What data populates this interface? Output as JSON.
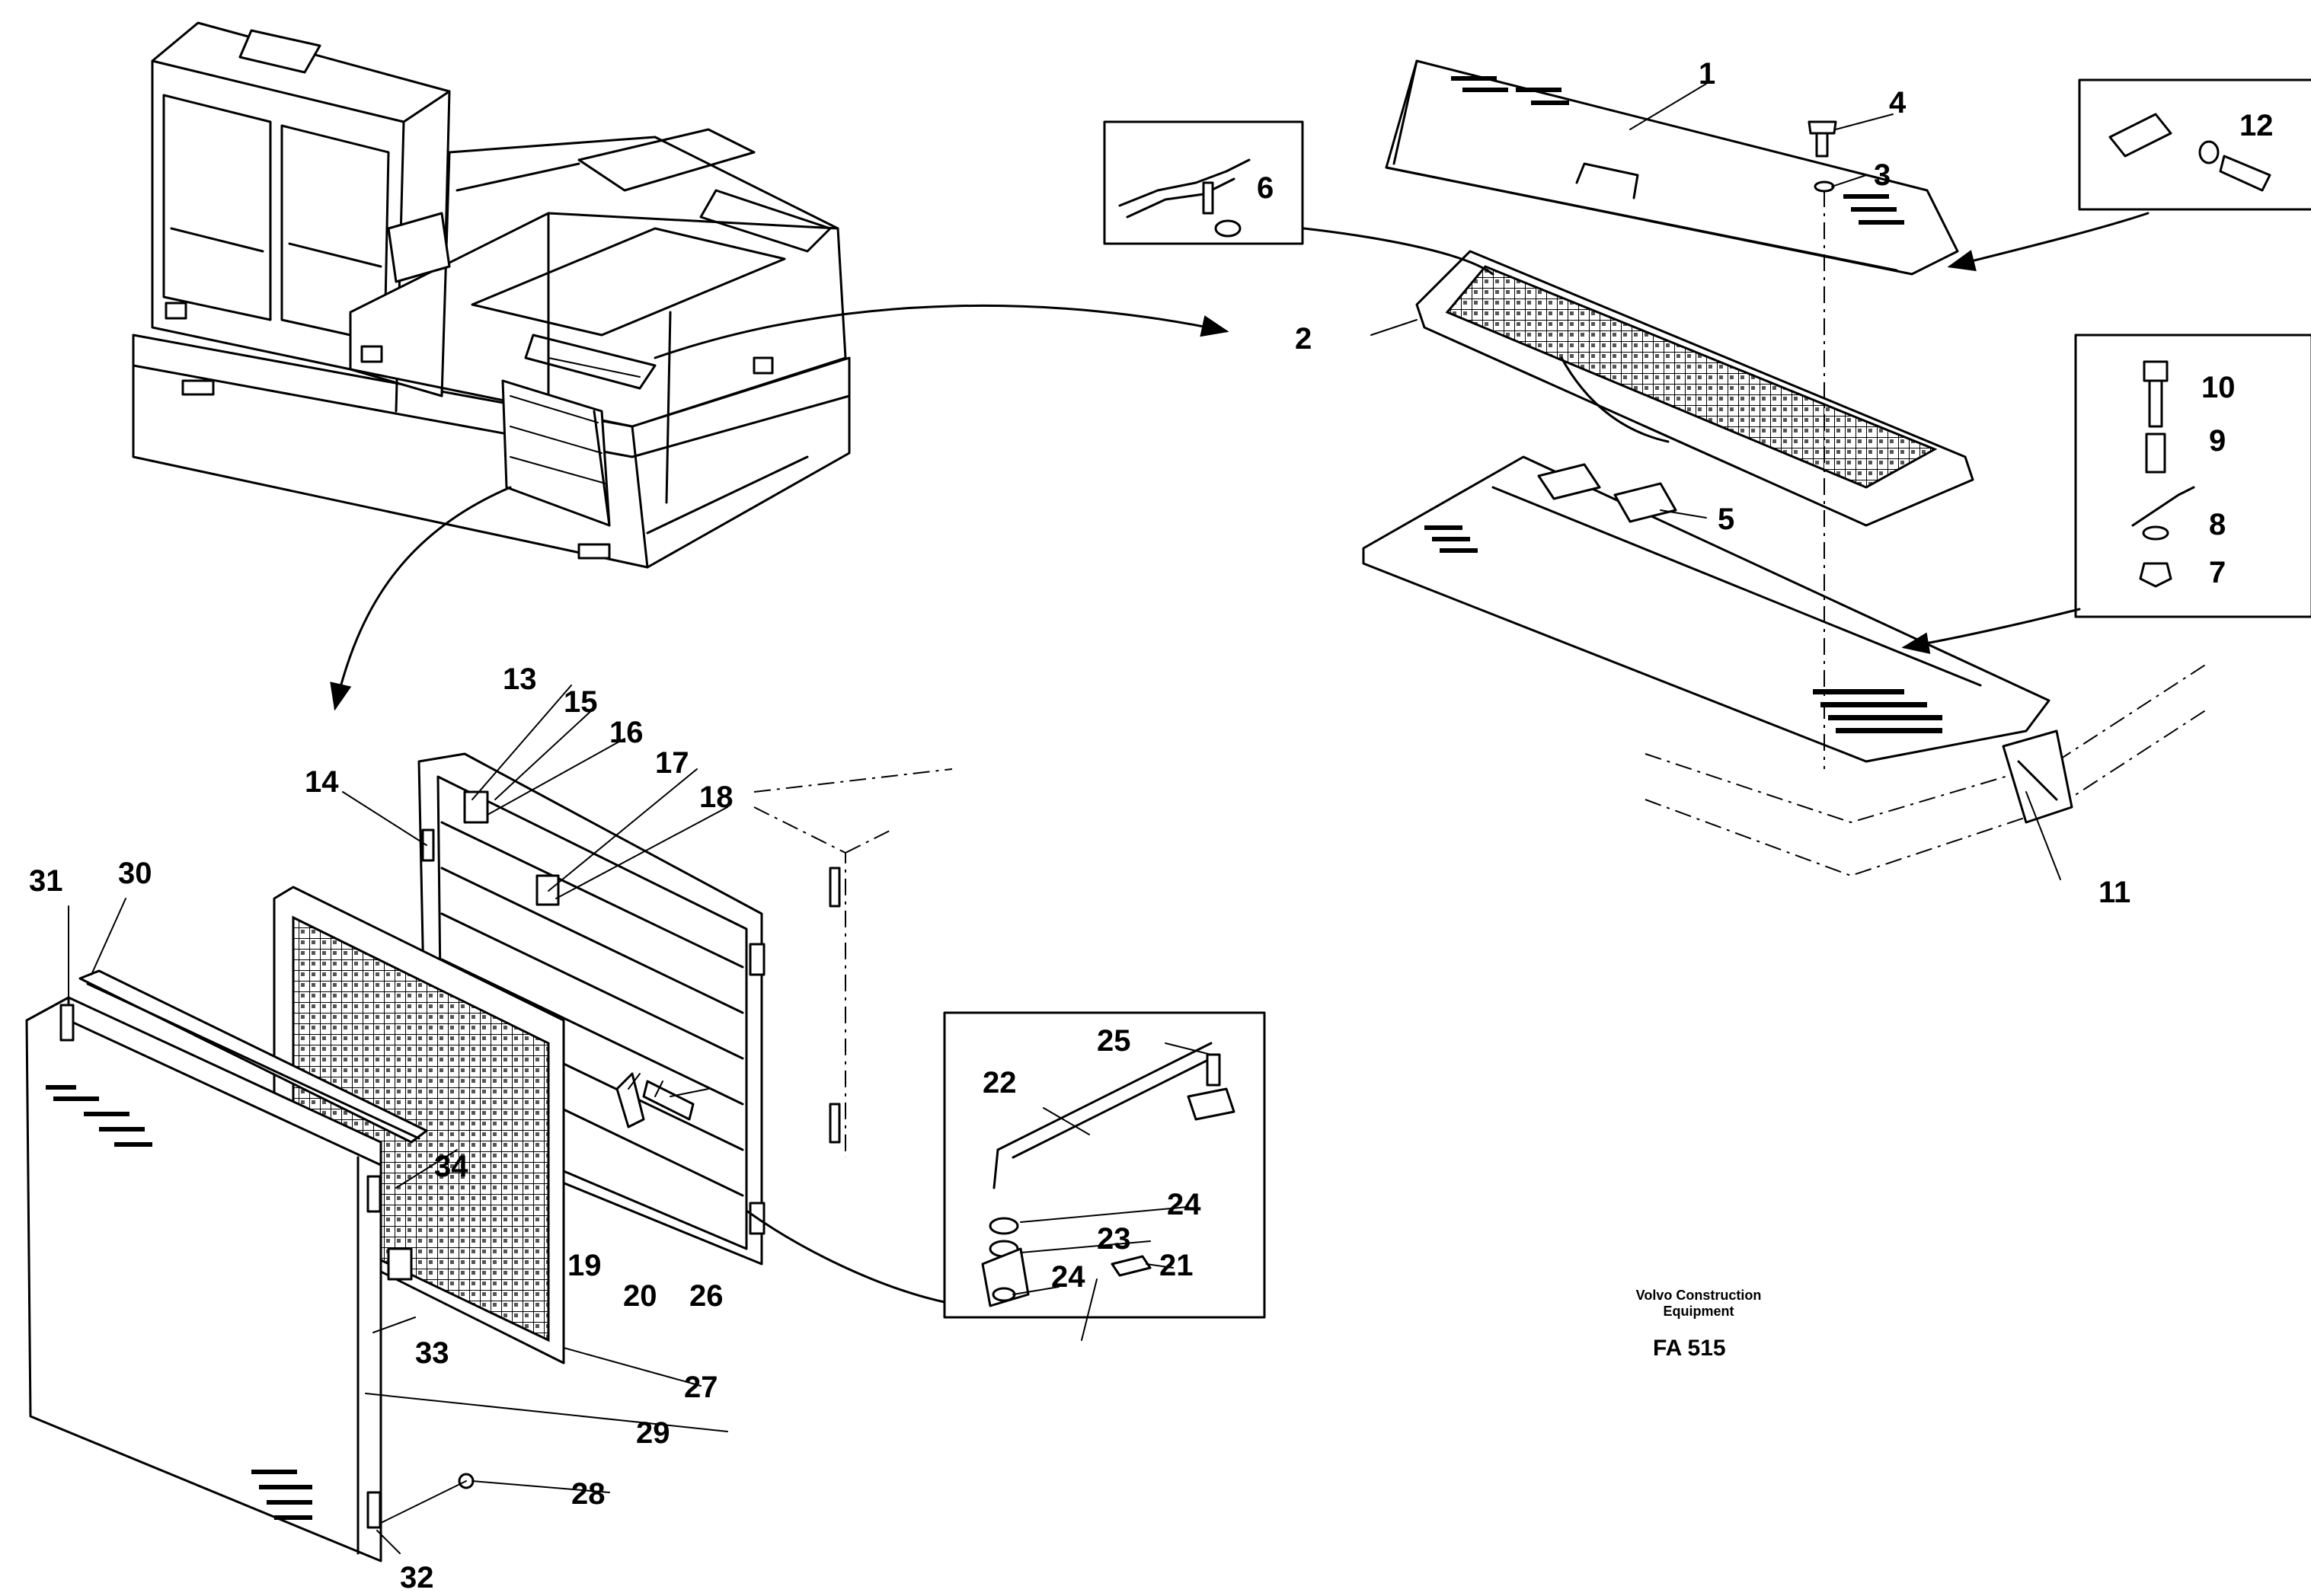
{
  "callouts": [
    "1",
    "2",
    "3",
    "4",
    "5",
    "6",
    "7",
    "8",
    "9",
    "10",
    "11",
    "12",
    "13",
    "14",
    "15",
    "16",
    "17",
    "18",
    "19",
    "20",
    "21",
    "22",
    "23",
    "24",
    "24",
    "25",
    "26",
    "27",
    "28",
    "29",
    "30",
    "31",
    "32",
    "33",
    "34"
  ],
  "footer": {
    "maker_line1": "Volvo Construction",
    "maker_line2": "Equipment",
    "figure_code": "FA 515"
  }
}
